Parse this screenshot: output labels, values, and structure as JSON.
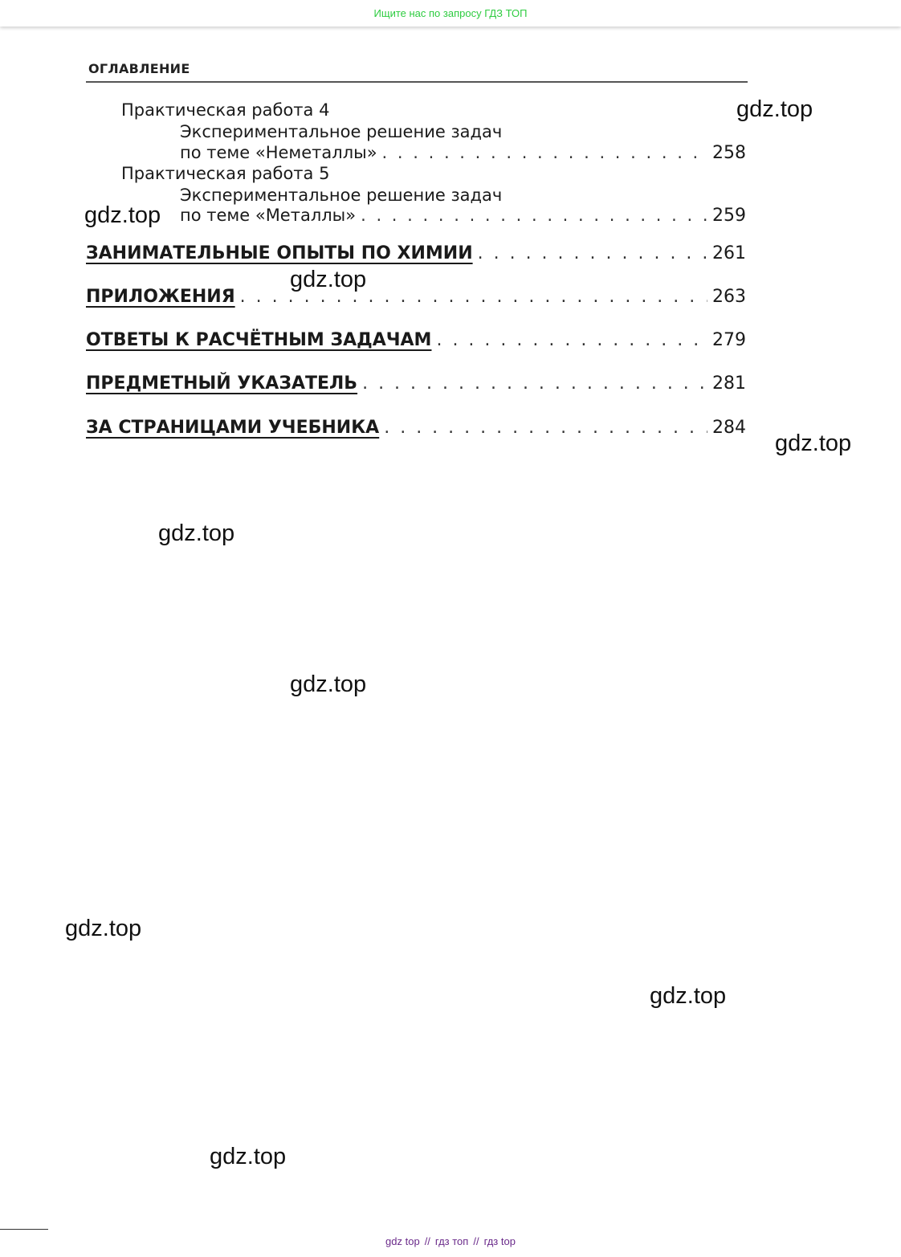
{
  "top_banner": {
    "text": "Ищите нас по запросу ГДЗ ТОП"
  },
  "header": {
    "title": "ОГЛАВЛЕНИЕ"
  },
  "toc": {
    "pr4_title": "Практическая работа 4",
    "pr4_line1": "Экспериментальное решение задач",
    "pr4_line2": "по теме «Неметаллы»",
    "pr4_page": "258",
    "pr5_title": "Практическая работа 5",
    "pr5_line1": "Экспериментальное решение задач",
    "pr5_line2": "по теме «Металлы»",
    "pr5_page": "259",
    "main": [
      {
        "label": "ЗАНИМАТЕЛЬНЫЕ ОПЫТЫ ПО ХИМИИ",
        "page": "261"
      },
      {
        "label": "ПРИЛОЖЕНИЯ",
        "page": "263"
      },
      {
        "label": "ОТВЕТЫ К РАСЧЁТНЫМ ЗАДАЧАМ",
        "page": "279"
      },
      {
        "label": "ПРЕДМЕТНЫЙ УКАЗАТЕЛЬ",
        "page": "281"
      },
      {
        "label": "ЗА СТРАНИЦАМИ УЧЕБНИКА",
        "page": "284"
      }
    ]
  },
  "watermark": {
    "text": "gdz.top"
  },
  "footer": {
    "link1": "gdz top",
    "link2": "гдз топ",
    "link3": "гдз top",
    "separator": "//"
  }
}
